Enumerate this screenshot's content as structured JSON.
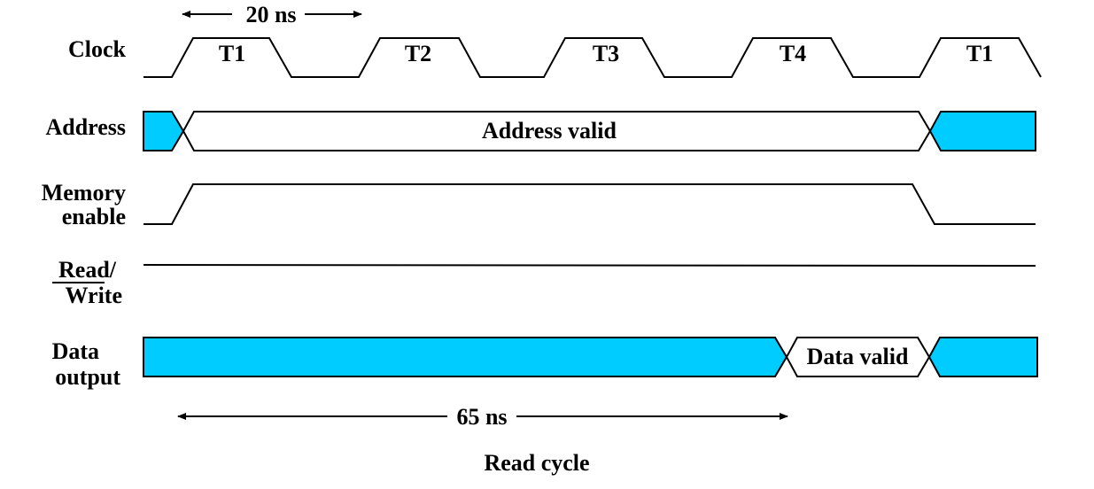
{
  "colors": {
    "invalid_fill": "#00CCFF",
    "valid_fill": "#FFFFFF",
    "line": "#000000"
  },
  "signals": {
    "clock": "Clock",
    "address": "Address",
    "memory_enable": [
      "Memory",
      "enable"
    ],
    "read_write": [
      "Read/",
      "Write"
    ],
    "data_output": [
      "Data",
      "output"
    ]
  },
  "read_write_overbar": "Read",
  "clock_phases": [
    "T1",
    "T2",
    "T3",
    "T4",
    "T1"
  ],
  "address_valid": "Address valid",
  "data_valid": "Data valid",
  "timing": {
    "clock_period": "20 ns",
    "access_time": "65 ns"
  },
  "caption": "Read cycle"
}
